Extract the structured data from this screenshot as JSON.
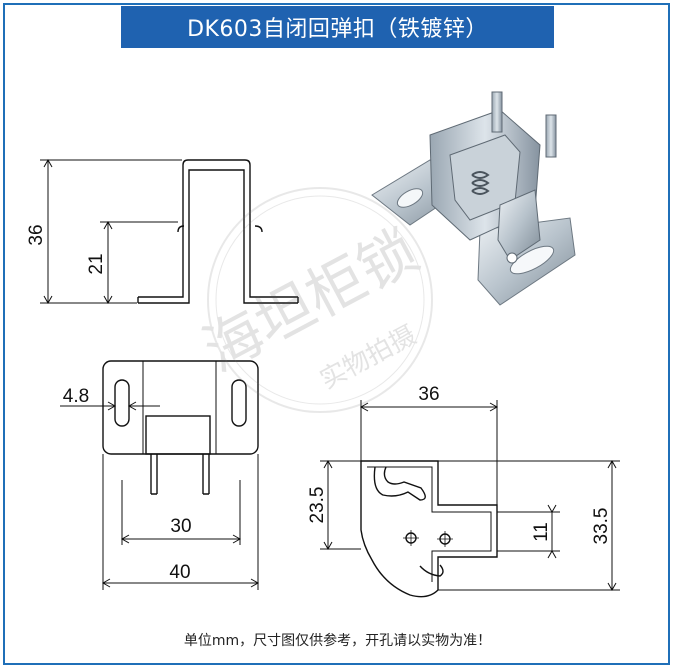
{
  "title": "DK603自闭回弹扣（铁镀锌）",
  "note": "单位mm，尺寸图仅供参考，开孔请以实物为准！",
  "watermark": {
    "main": "海坦柜锁",
    "sub": "实物拍摄"
  },
  "colors": {
    "title_bg": "#1f62b0",
    "frame": "#1f6fb8",
    "line": "#111111"
  },
  "dimensions": {
    "side_view": {
      "height_total": "36",
      "height_inner": "21"
    },
    "front_view": {
      "slot_offset": "4.8",
      "inner_width": "30",
      "overall_width": "40"
    },
    "profile_view": {
      "top_width": "36",
      "left_height": "23.5",
      "right_height": "33.5",
      "hole_height": "11"
    }
  }
}
